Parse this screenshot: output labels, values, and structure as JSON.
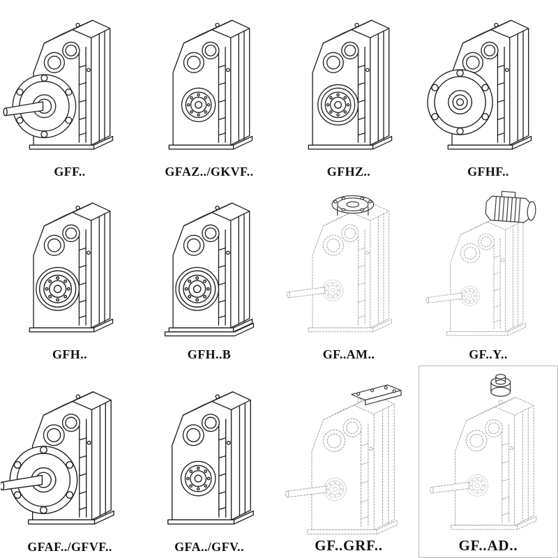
{
  "catalog": {
    "items": [
      {
        "label": "GFF..",
        "drawing": "helical-gearbox-output-flange",
        "line_style": "solid"
      },
      {
        "label": "GFAZ../GKVF..",
        "drawing": "helical-gearbox-shaft-mounted",
        "line_style": "solid"
      },
      {
        "label": "GFHZ..",
        "drawing": "helical-gearbox-hollow-shaft",
        "line_style": "solid"
      },
      {
        "label": "GFHF..",
        "drawing": "helical-gearbox-hollow-shaft-flange",
        "line_style": "solid"
      },
      {
        "label": "GFH..",
        "drawing": "helical-gearbox-hollow-shaft-front",
        "line_style": "solid"
      },
      {
        "label": "GFH..B",
        "drawing": "helical-gearbox-hollow-shaft-base",
        "line_style": "solid"
      },
      {
        "label": "GF..AM..",
        "drawing": "gearbox-iec-adapter-flange",
        "line_style": "phantom"
      },
      {
        "label": "GF..Y..",
        "drawing": "gearbox-with-mounted-motor",
        "line_style": "phantom"
      },
      {
        "label": "GFAF../GFVF..",
        "drawing": "gearbox-output-flange-variant",
        "line_style": "solid"
      },
      {
        "label": "GFA../GFV..",
        "drawing": "gearbox-shaft-variant",
        "line_style": "solid"
      },
      {
        "label": "GF..GRF..",
        "drawing": "gearbox-cover-plate-input",
        "line_style": "phantom"
      },
      {
        "label": "GF..AD..",
        "drawing": "gearbox-input-shaft-adapter",
        "line_style": "phantom"
      }
    ]
  }
}
